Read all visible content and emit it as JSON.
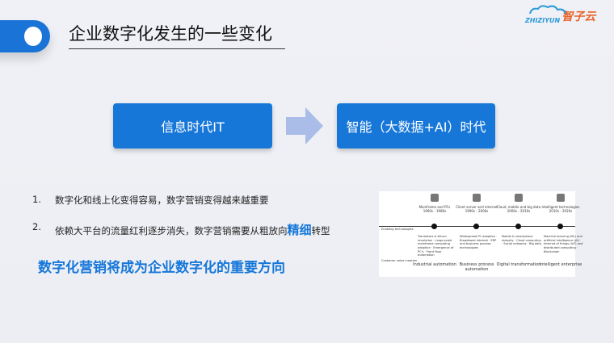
{
  "title": "企业数字化发生的一些变化",
  "logo": {
    "en": "ZHIZIYUN",
    "cn": "智子云"
  },
  "boxes": {
    "from": "信息时代IT",
    "to": "智能（大数据+AI）时代"
  },
  "list": [
    {
      "num": "1.",
      "text": "数字化和线上化变得容易，数字营销变得越来越重要"
    },
    {
      "num": "2.",
      "text_before": "依赖大平台的流量红利逐步消失，数字营销需要从粗放向",
      "highlight": "精细",
      "text_after": "转型"
    }
  ],
  "conclusion": "数字化营销将成为企业数字化的重要方向",
  "diagram": {
    "row_labels": {
      "enabling": "Enabling technologies",
      "value": "Customer value creation"
    },
    "columns": [
      {
        "head": "Mainframe and PCs",
        "years": "1960s - 1980s",
        "bullets": "Transistors & silicon revolution · Large-scale mainframe computing adoption · Emergence of PC's · Front floor automation",
        "outcome": "Industrial automation"
      },
      {
        "head": "Client server and internet",
        "years": "1990s - 2000s",
        "bullets": "Widespread PC adoption · Broadband internet · ERP and business process technologies",
        "outcome": "Business process automation"
      },
      {
        "head": "Cloud, mobile and big data",
        "years": "2000s - 2010s",
        "bullets": "Mobile & smartphone ubiquity · Cloud computing · Social networks · Big data",
        "outcome": "Digital transformation"
      },
      {
        "head": "Intelligent technologies",
        "years": "2010s - 2020s",
        "bullets": "Machine learning (ML) and artificial intelligence (AI) · Internet of things (IoT) and distributed computing · Blockchain",
        "outcome": "Intelligent enterprise"
      }
    ]
  }
}
